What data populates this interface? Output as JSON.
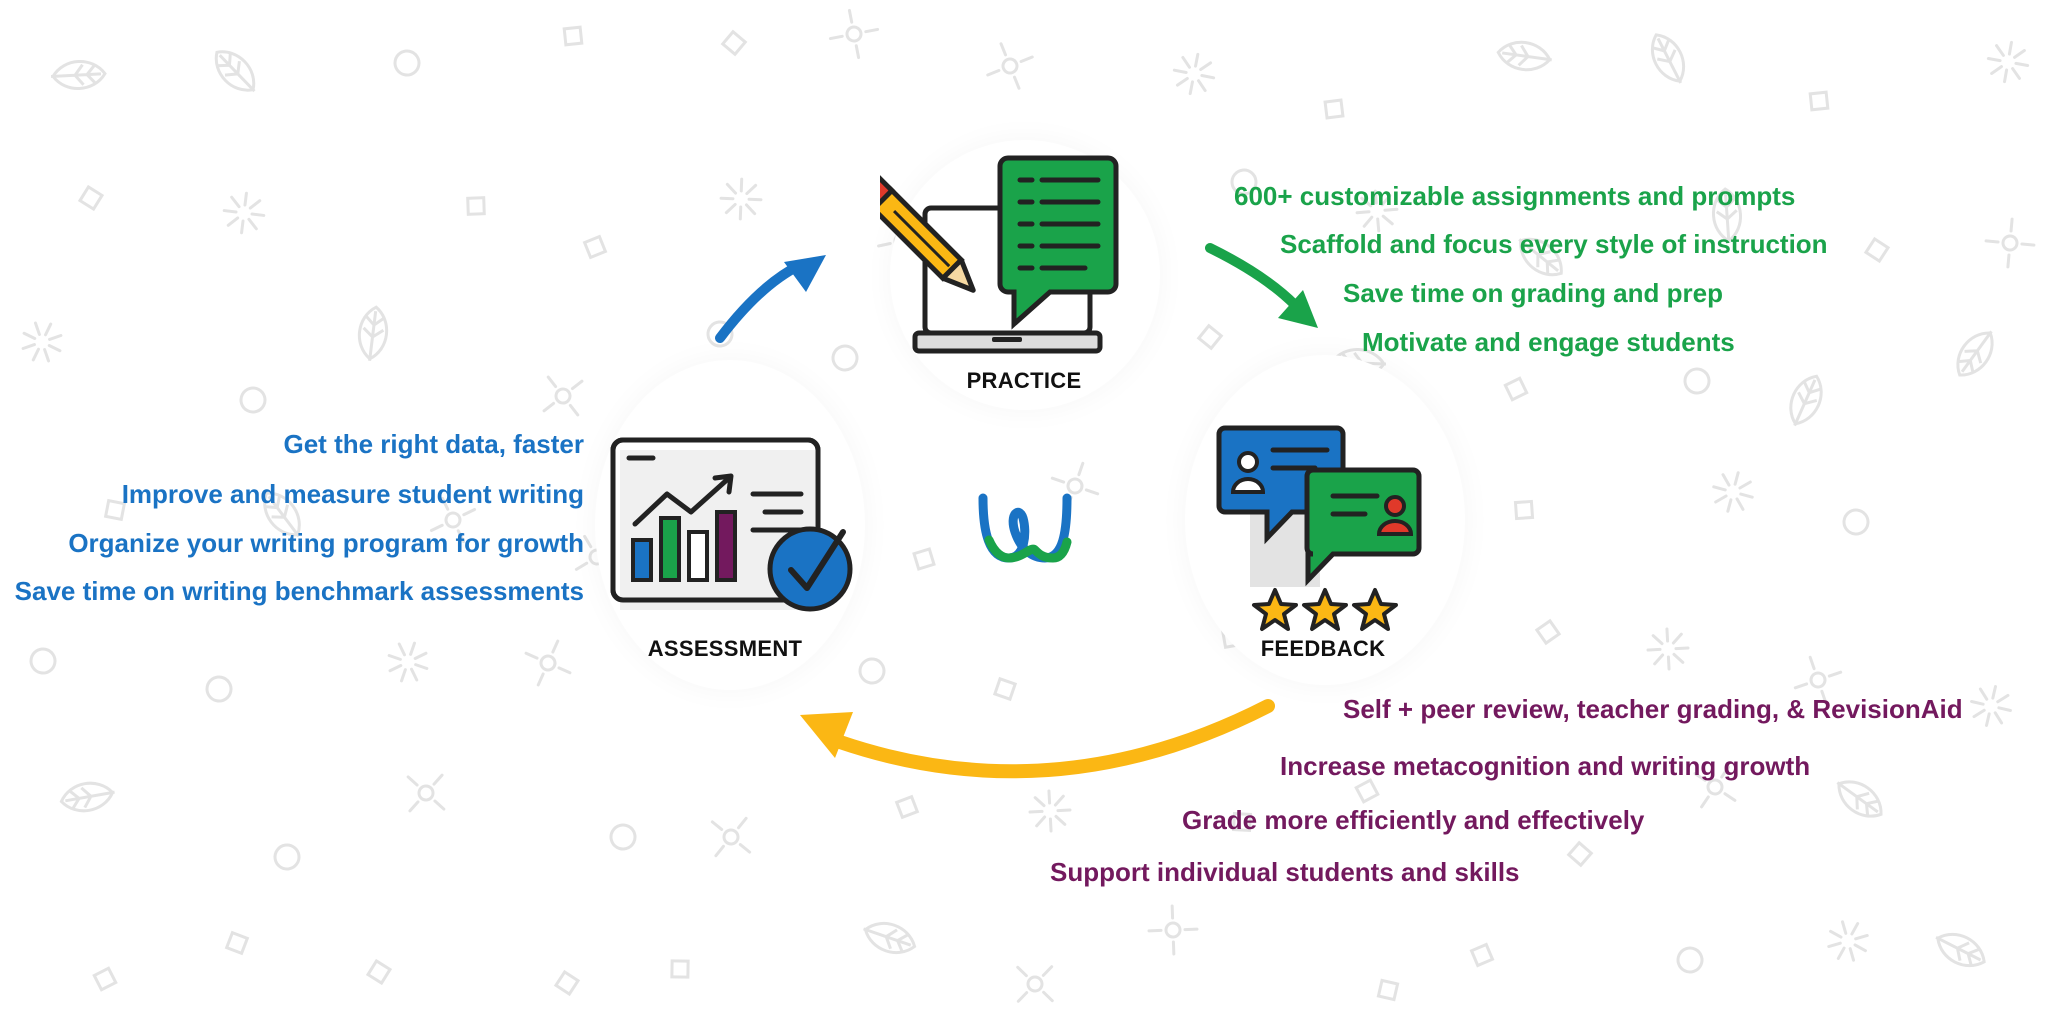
{
  "colors": {
    "blue": "#1a73c4",
    "green": "#1aa34a",
    "purple": "#73195e",
    "gold": "#fbb714",
    "pattern": "#e3e3e3"
  },
  "practice": {
    "label": "PRACTICE",
    "bullets": [
      "600+ customizable assignments and prompts",
      "Scaffold and focus every style of instruction",
      "Save time on grading and prep",
      "Motivate and engage students"
    ]
  },
  "assessment": {
    "label": "ASSESSMENT",
    "bullets": [
      "Get the right data, faster",
      "Improve and measure student writing",
      "Organize your writing program for growth",
      "Save time on writing benchmark assessments"
    ]
  },
  "feedback": {
    "label": "FEEDBACK",
    "bullets": [
      "Self + peer review, teacher grading, & RevisionAid",
      "Increase metacognition and writing growth",
      "Grade more efficiently and effectively",
      "Support individual students and skills"
    ]
  },
  "icons": {
    "practice": "laptop-pencil-speech-bubble-icon",
    "assessment": "chart-screen-checkmark-icon",
    "feedback": "chat-bubbles-stars-icon",
    "logo": "w-logo-icon",
    "pattern": [
      "leaf-icon",
      "circle-icon",
      "square-icon",
      "diamond-icon",
      "sparkle-icon",
      "target-icon"
    ]
  }
}
